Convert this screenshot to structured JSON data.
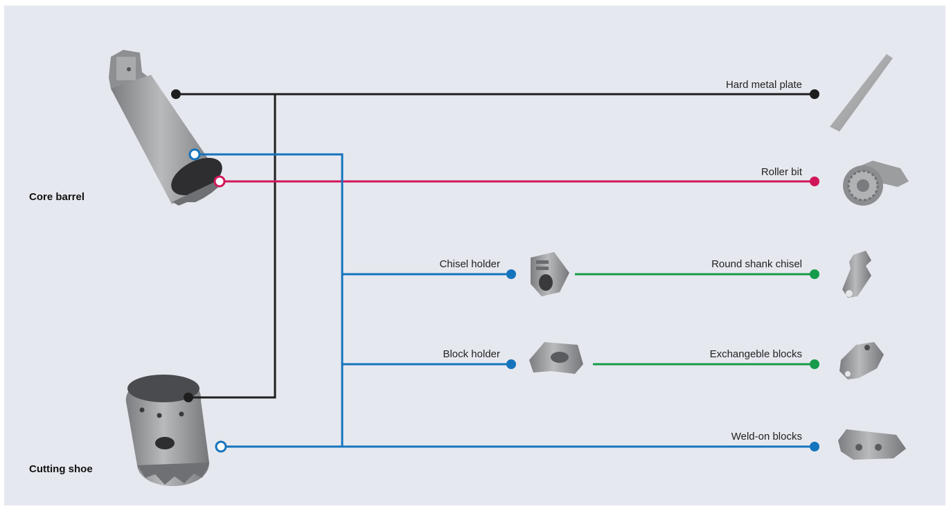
{
  "colors": {
    "background": "#e6e8ef",
    "black_line": "#1e1e1e",
    "blue_line": "#1474bd",
    "red_line": "#d0155a",
    "green_line": "#159b4a",
    "metal": "#9a9b9d"
  },
  "labels": {
    "core_barrel": "Core barrel",
    "cutting_shoe": "Cutting shoe",
    "hard_metal_plate": "Hard metal plate",
    "roller_bit": "Roller bit",
    "chisel_holder": "Chisel holder",
    "round_shank_chisel": "Round shank chisel",
    "block_holder": "Block holder",
    "exchangeable_blocks": "Exchangeble blocks",
    "weld_on_blocks": "Weld-on blocks"
  },
  "icons": {
    "core_barrel": "core-barrel-image",
    "cutting_shoe": "cutting-shoe-image",
    "hard_metal_plate": "hard-metal-plate-image",
    "roller_bit": "roller-bit-image",
    "chisel_holder": "chisel-holder-image",
    "round_shank_chisel": "round-shank-chisel-image",
    "block_holder": "block-holder-image",
    "exchangeable_blocks": "exchangeable-blocks-image",
    "weld_on_blocks": "weld-on-blocks-image"
  }
}
